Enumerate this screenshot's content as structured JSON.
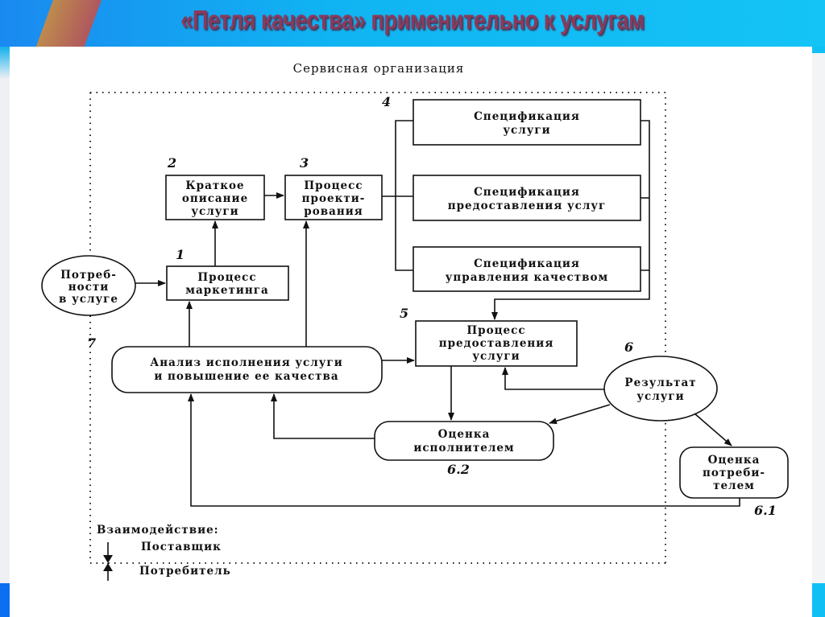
{
  "slide": {
    "title": "«Петля качества» применительно к услугам"
  },
  "diagram": {
    "container_label": "Сервисная организация",
    "nodes": {
      "needs": {
        "lines": [
          "Потреб-",
          "ности",
          "в услуге"
        ]
      },
      "marketing": {
        "number": "1",
        "lines": [
          "Процесс",
          "маркетинга"
        ]
      },
      "brief": {
        "number": "2",
        "lines": [
          "Краткое",
          "описание",
          "услуги"
        ]
      },
      "design": {
        "number": "3",
        "lines": [
          "Процесс",
          "проекти-",
          "рования"
        ]
      },
      "spec_group_number": "4",
      "spec_service": {
        "lines": [
          "Спецификация",
          "услуги"
        ]
      },
      "spec_delivery": {
        "lines": [
          "Спецификация",
          "предоставления услуг"
        ]
      },
      "spec_quality": {
        "lines": [
          "Спецификация",
          "управления качеством"
        ]
      },
      "delivery": {
        "number": "5",
        "lines": [
          "Процесс",
          "предоставления",
          "услуги"
        ]
      },
      "result": {
        "number": "6",
        "lines": [
          "Результат",
          "услуги"
        ]
      },
      "provider_eval": {
        "number": "6.2",
        "lines": [
          "Оценка",
          "исполнителем"
        ]
      },
      "customer_eval": {
        "number": "6.1",
        "lines": [
          "Оценка",
          "потреби-",
          "телем"
        ]
      },
      "analysis": {
        "number": "7",
        "lines": [
          "Анализ исполнения услуги",
          "и повышение ее качества"
        ]
      }
    },
    "legend": {
      "title": "Взаимодействие:",
      "supplier": "Поставщик",
      "consumer": "Потребитель"
    }
  }
}
